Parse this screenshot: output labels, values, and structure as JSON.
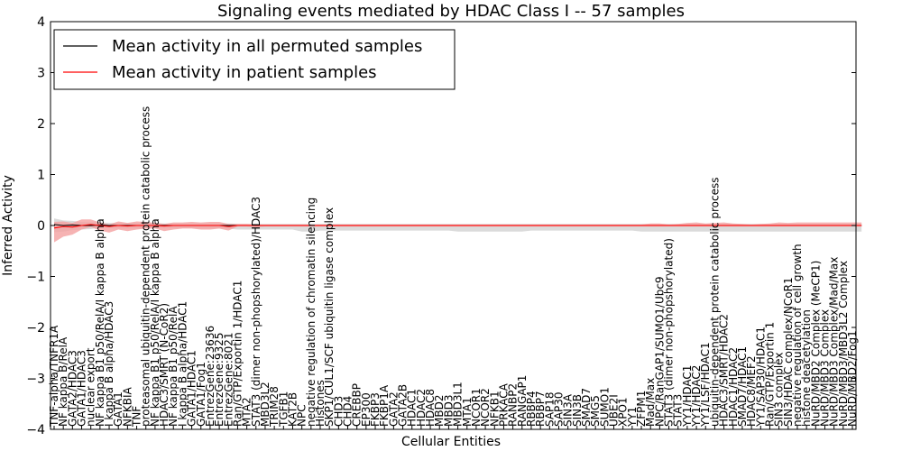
{
  "chart_data": {
    "type": "line",
    "title": "Signaling events mediated by HDAC Class I -- 57 samples",
    "xlabel": "Cellular Entities",
    "ylabel": "Inferred Activity",
    "ylim": [
      -4,
      4
    ],
    "yticks": [
      "−4",
      "−3",
      "−2",
      "−1",
      "0",
      "1",
      "2",
      "3",
      "4"
    ],
    "grid": false,
    "legend_position": "top-left",
    "categories": [
      "TNF-alpha/TNFR1A",
      "NF kappa B/RelA",
      "GATA2/HDAC3",
      "GATA1/HDAC3",
      "nuclear export",
      "NF kappa B1 p50/RelA/I kappa B alpha",
      "I kappa B alpha/HDAC3",
      "GATA1",
      "NFKBIA",
      "TNF",
      "proteasomal ubiquitin-dependent protein catabolic process",
      "NF kappa B1 p50/RelA/I kappa B alpha",
      "HDAC3/SMRT (N-CoR2)",
      "NF kappa B1 p50/RelA",
      "I kappa B alpha/HDAC1",
      "GATA1/HDAC1",
      "GATA1/Fog1",
      "EntrezGene:23636",
      "EntrezGene:9325",
      "EntrezGene:8021",
      "Ran/GTP/Exportin 1/HDAC1",
      "MTA2",
      "STAT3 (dimer non-phopshorylated)/HDAC3",
      "MBD3L2",
      "TRIM28",
      "TGFB1",
      "KAT2B",
      "NPC",
      "negative regulation of chromatin silencing",
      "Histones",
      "SKP1/CUL1/SCF ubiquitin ligase complex",
      "CHD3",
      "CHD4",
      "CREBBP",
      "EP300",
      "FKBP3",
      "FKBP1A",
      "GATA2",
      "GATA2B",
      "HDAC1",
      "HDAC2",
      "HDAC8",
      "MBD2",
      "MBD3",
      "MBD3L1",
      "MTA1",
      "NCOR1",
      "NCOR2",
      "NFKB1",
      "PRKACA",
      "RANBP2",
      "RANGAP1",
      "RBBP4",
      "RBBP7",
      "SAP18",
      "SAP30",
      "SIN3A",
      "SIN3B",
      "SMAD7",
      "SMG5",
      "SUMO1",
      "UBE2I",
      "XPO1",
      "YY1",
      "ZFPM1",
      "Mad/Max",
      "NPC/RanGAP1/SUMO1/Ubc9",
      "STAT3 (dimer non-phopshorylated)",
      "STAT3",
      "YY1/HDAC1",
      "YY1/HDAC2",
      "YY1/LSF/HDAC1",
      "ubiquitin-dependent protein catabolic process",
      "HDAC3/SMRT/HDAC2",
      "HDAC1/HDAC2",
      "SMAD7/HDAC1",
      "HDAC8/MEF2",
      "YY1/SAP30/HDAC1",
      "Ran/GTP/Exportin 1",
      "SIN3 complex",
      "SIN3/HDAC complex/NCoR1",
      "negative regulation of cell growth",
      "histone deacetylation",
      "NuRD/MBD2 Complex (MeCP1)",
      "NuRD/MBD3 Complex",
      "NuRD/MBD3 Complex/Mad/Max",
      "NuRD/MBD3/MBD3L2 Complex",
      "NuRD/MBD2/Fog1"
    ],
    "series": [
      {
        "name": "Mean activity in all permuted samples",
        "color": "#000000",
        "band_color": "#cccccc",
        "values": [
          0.02,
          0.0,
          0.01,
          0.0,
          0.0,
          0.01,
          0.0,
          0.0,
          0.0,
          0.0,
          0.0,
          0.0,
          0.0,
          0.0,
          0.0,
          0.0,
          0.0,
          0.0,
          0.0,
          0.0,
          0.0,
          0.0,
          0.0,
          0.0,
          0.0,
          0.0,
          0.0,
          0.0,
          0.0,
          0.0,
          0.0,
          0.0,
          0.0,
          0.0,
          0.0,
          0.0,
          0.0,
          0.0,
          0.0,
          0.0,
          0.0,
          0.0,
          0.0,
          0.0,
          0.0,
          0.0,
          0.0,
          0.0,
          0.0,
          0.0,
          0.0,
          0.0,
          0.0,
          0.0,
          0.0,
          0.0,
          0.0,
          0.0,
          0.0,
          0.0,
          0.0,
          0.0,
          0.0,
          0.0,
          0.0,
          0.0,
          0.0,
          0.0,
          0.0,
          0.0,
          0.0,
          0.0,
          0.0,
          0.0,
          0.0,
          0.0,
          0.0,
          0.0,
          0.0,
          0.0,
          0.0,
          0.0,
          0.0,
          0.0,
          0.0,
          0.0,
          0.0,
          0.0,
          0.0
        ],
        "lower": [
          -0.15,
          -0.12,
          -0.1,
          -0.08,
          -0.07,
          -0.05,
          -0.05,
          -0.06,
          -0.06,
          -0.06,
          -0.06,
          -0.05,
          -0.05,
          -0.05,
          -0.05,
          -0.05,
          -0.06,
          -0.06,
          -0.06,
          -0.06,
          -0.08,
          -0.08,
          -0.08,
          -0.08,
          -0.08,
          -0.08,
          -0.08,
          -0.12,
          -0.12,
          -0.1,
          -0.1,
          -0.1,
          -0.1,
          -0.1,
          -0.1,
          -0.1,
          -0.1,
          -0.1,
          -0.1,
          -0.1,
          -0.1,
          -0.1,
          -0.1,
          -0.1,
          -0.12,
          -0.12,
          -0.12,
          -0.12,
          -0.12,
          -0.12,
          -0.12,
          -0.12,
          -0.1,
          -0.1,
          -0.1,
          -0.1,
          -0.1,
          -0.1,
          -0.1,
          -0.1,
          -0.1,
          -0.1,
          -0.1,
          -0.1,
          -0.12,
          -0.12,
          -0.12,
          -0.12,
          -0.12,
          -0.12,
          -0.12,
          -0.12,
          -0.12,
          -0.12,
          -0.12,
          -0.12,
          -0.12,
          -0.12,
          -0.12,
          -0.12,
          -0.12,
          -0.12,
          -0.12,
          -0.12,
          -0.12,
          -0.12,
          -0.12,
          -0.12,
          -0.12
        ],
        "upper": [
          0.12,
          0.1,
          0.08,
          0.07,
          0.06,
          0.05,
          0.05,
          0.05,
          0.05,
          0.05,
          0.05,
          0.05,
          0.04,
          0.04,
          0.04,
          0.04,
          0.04,
          0.04,
          0.04,
          0.04,
          0.03,
          0.03,
          0.03,
          0.03,
          0.03,
          0.03,
          0.03,
          0.03,
          0.03,
          0.03,
          0.03,
          0.03,
          0.03,
          0.03,
          0.03,
          0.03,
          0.03,
          0.03,
          0.03,
          0.03,
          0.03,
          0.03,
          0.03,
          0.03,
          0.03,
          0.03,
          0.03,
          0.03,
          0.03,
          0.03,
          0.03,
          0.03,
          0.03,
          0.03,
          0.03,
          0.03,
          0.03,
          0.03,
          0.03,
          0.03,
          0.03,
          0.03,
          0.03,
          0.03,
          0.03,
          0.03,
          0.03,
          0.03,
          0.03,
          0.03,
          0.03,
          0.03,
          0.03,
          0.03,
          0.03,
          0.03,
          0.03,
          0.03,
          0.03,
          0.03,
          0.03,
          0.03,
          0.03,
          0.03,
          0.03,
          0.03,
          0.03,
          0.03,
          0.03
        ]
      },
      {
        "name": "Mean activity in patient samples",
        "color": "#ff0000",
        "band_color": "#f4a0a0",
        "values": [
          -0.05,
          -0.02,
          -0.03,
          0.0,
          0.02,
          0.0,
          -0.02,
          0.0,
          -0.01,
          0.0,
          0.0,
          0.0,
          -0.01,
          0.0,
          0.0,
          0.0,
          0.0,
          0.0,
          0.0,
          -0.02,
          0.0,
          0.0,
          0.0,
          0.0,
          0.0,
          0.0,
          0.0,
          0.0,
          0.0,
          0.0,
          0.0,
          0.0,
          0.0,
          0.0,
          0.0,
          0.0,
          0.0,
          0.0,
          0.0,
          0.0,
          0.0,
          0.0,
          0.0,
          0.0,
          0.0,
          0.0,
          0.0,
          0.0,
          0.0,
          0.0,
          0.0,
          0.0,
          0.0,
          0.0,
          0.0,
          0.0,
          0.0,
          0.0,
          0.0,
          0.0,
          0.0,
          0.0,
          0.0,
          0.0,
          0.0,
          0.0,
          0.0,
          0.0,
          0.0,
          0.0,
          0.0,
          0.0,
          0.0,
          0.0,
          0.0,
          0.0,
          0.0,
          0.0,
          0.0,
          0.0,
          0.0,
          0.0,
          0.0,
          0.0,
          0.0,
          0.0,
          0.0,
          0.0,
          0.0
        ],
        "lower": [
          -0.28,
          -0.2,
          -0.15,
          -0.08,
          -0.05,
          -0.1,
          -0.12,
          -0.08,
          -0.1,
          -0.08,
          -0.06,
          -0.06,
          -0.1,
          -0.08,
          -0.06,
          -0.06,
          -0.08,
          -0.08,
          -0.06,
          -0.08,
          -0.02,
          -0.02,
          -0.03,
          -0.02,
          -0.02,
          -0.02,
          -0.02,
          -0.02,
          -0.02,
          -0.02,
          -0.02,
          -0.02,
          -0.02,
          -0.02,
          -0.02,
          -0.02,
          -0.02,
          -0.02,
          -0.02,
          -0.02,
          -0.02,
          -0.02,
          -0.02,
          -0.02,
          -0.02,
          -0.02,
          -0.02,
          -0.02,
          -0.02,
          -0.02,
          -0.02,
          -0.02,
          -0.02,
          -0.02,
          -0.02,
          -0.02,
          -0.02,
          -0.02,
          -0.02,
          -0.02,
          -0.02,
          -0.02,
          -0.02,
          -0.02,
          -0.02,
          -0.02,
          -0.02,
          -0.02,
          -0.02,
          -0.02,
          -0.02,
          -0.02,
          -0.02,
          -0.02,
          -0.02,
          -0.02,
          -0.02,
          -0.02,
          -0.02,
          -0.02,
          -0.02,
          -0.02,
          -0.02,
          -0.02,
          -0.02,
          -0.02,
          -0.02,
          -0.02,
          -0.02
        ],
        "upper": [
          0.12,
          0.1,
          0.08,
          0.12,
          0.1,
          0.06,
          0.04,
          0.08,
          0.06,
          0.08,
          0.07,
          0.05,
          0.04,
          0.06,
          0.06,
          0.07,
          0.06,
          0.07,
          0.07,
          0.05,
          0.03,
          0.03,
          0.02,
          0.02,
          0.02,
          0.02,
          0.02,
          0.02,
          0.02,
          0.02,
          0.02,
          0.02,
          0.02,
          0.02,
          0.02,
          0.02,
          0.02,
          0.02,
          0.02,
          0.02,
          0.02,
          0.02,
          0.02,
          0.02,
          0.02,
          0.02,
          0.02,
          0.02,
          0.02,
          0.02,
          0.02,
          0.02,
          0.02,
          0.02,
          0.02,
          0.02,
          0.02,
          0.02,
          0.02,
          0.02,
          0.02,
          0.02,
          0.02,
          0.02,
          0.02,
          0.04,
          0.04,
          0.02,
          0.03,
          0.05,
          0.06,
          0.04,
          0.05,
          0.06,
          0.04,
          0.03,
          0.02,
          0.03,
          0.04,
          0.06,
          0.05,
          0.06,
          0.06,
          0.06,
          0.06,
          0.06,
          0.06,
          0.06,
          0.06
        ]
      }
    ]
  }
}
